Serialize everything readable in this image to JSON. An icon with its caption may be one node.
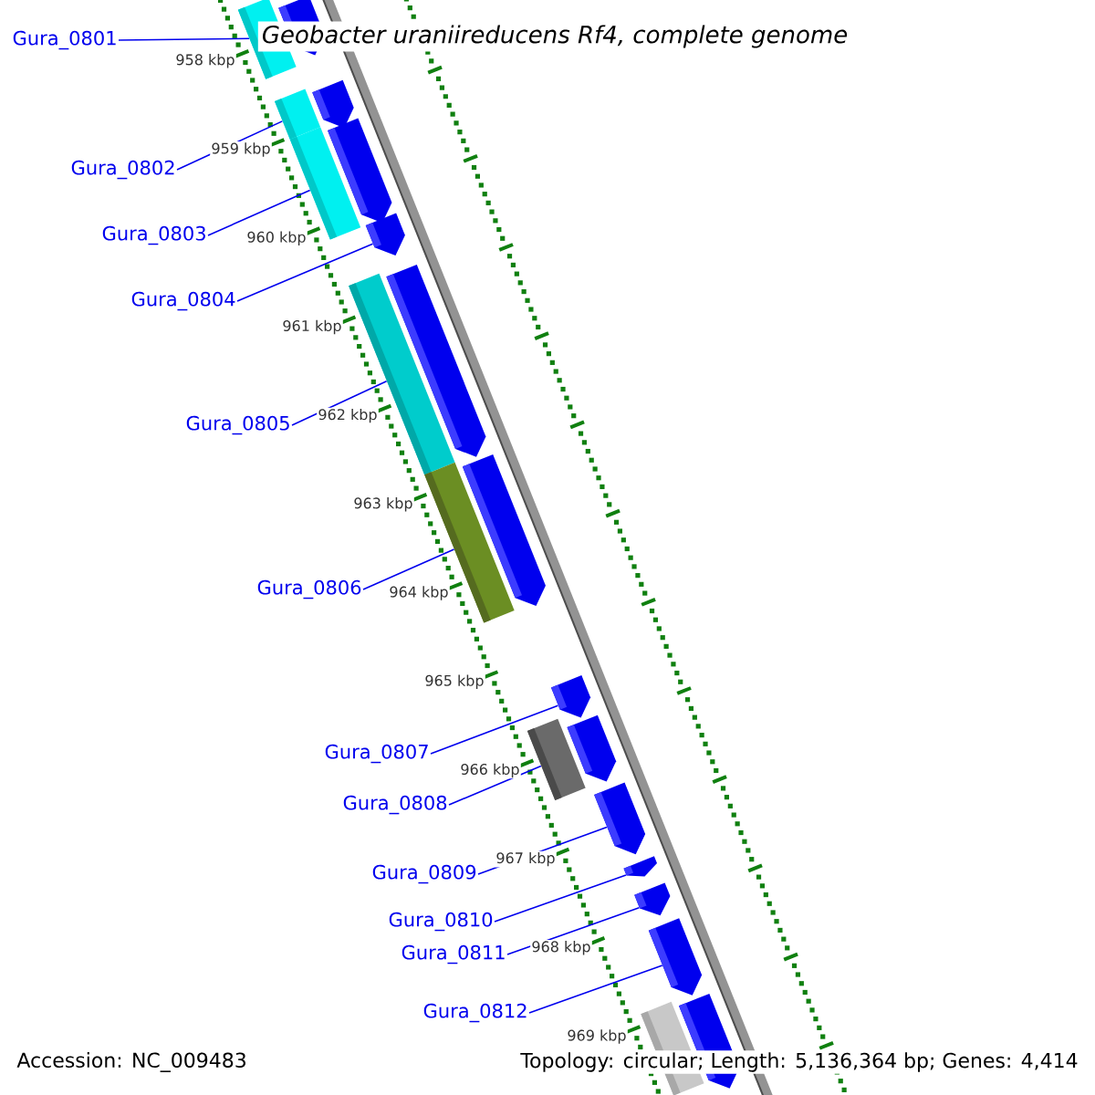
{
  "diagram": {
    "title": "Geobacter uraniireducens Rf4, complete genome",
    "nodes": [
      {
        "text": [
          "Gura_0801"
        ]
      },
      {
        "text": [
          "Gura_0802"
        ]
      },
      {
        "text": [
          "Gura_0803"
        ]
      },
      {
        "text": [
          "Gura_0804"
        ]
      },
      {
        "text": [
          "Gura_0805"
        ]
      },
      {
        "text": [
          "Gura_0806"
        ]
      },
      {
        "text": [
          "Gura_0807"
        ]
      },
      {
        "text": [
          "Gura_0808"
        ]
      },
      {
        "text": [
          "Gura_0809"
        ]
      },
      {
        "text": [
          "Gura_0810"
        ]
      },
      {
        "text": [
          "Gura_0811"
        ]
      },
      {
        "text": [
          "Gura_0812"
        ]
      },
      {
        "text": [],
        "shape": "bar"
      },
      {
        "text": [],
        "shape": "bar"
      },
      {
        "text": [],
        "shape": "bar"
      },
      {
        "text": [],
        "shape": "bar"
      },
      {
        "text": [],
        "shape": "bar"
      },
      {
        "text": [],
        "shape": "bar"
      },
      {
        "text": [],
        "shape": "bar"
      },
      {
        "text": [],
        "shape": "pentagon"
      },
      {
        "text": [],
        "shape": "pentagon"
      },
      {
        "text": [],
        "shape": "pentagon"
      },
      {
        "text": [],
        "shape": "pentagon"
      },
      {
        "text": [],
        "shape": "pentagon"
      },
      {
        "text": [],
        "shape": "pentagon"
      },
      {
        "text": [],
        "shape": "pentagon"
      },
      {
        "text": [],
        "shape": "pentagon"
      },
      {
        "text": [],
        "shape": "pentagon"
      },
      {
        "text": [],
        "shape": "pentagon"
      },
      {
        "text": [],
        "shape": "pentagon"
      },
      {
        "text": [],
        "shape": "pentagon"
      },
      {
        "text": [],
        "shape": "pentagon"
      }
    ],
    "edges": [
      {
        "from": 0,
        "to": 12,
        "arrow": "none"
      },
      {
        "from": 1,
        "to": 13,
        "arrow": "none"
      },
      {
        "from": 2,
        "to": 14,
        "arrow": "none"
      },
      {
        "from": 3,
        "to": 22,
        "arrow": "none"
      },
      {
        "from": 4,
        "to": 15,
        "arrow": "none"
      },
      {
        "from": 5,
        "to": 16,
        "arrow": "none"
      },
      {
        "from": 6,
        "to": 25,
        "arrow": "none"
      },
      {
        "from": 7,
        "to": 17,
        "arrow": "none"
      },
      {
        "from": 8,
        "to": 27,
        "arrow": "none"
      },
      {
        "from": 9,
        "to": 28,
        "arrow": "none"
      },
      {
        "from": 10,
        "to": 29,
        "arrow": "none"
      },
      {
        "from": 11,
        "to": 30,
        "arrow": "none"
      }
    ],
    "labels": [
      "958 kbp",
      "959 kbp",
      "960 kbp",
      "961 kbp",
      "962 kbp",
      "963 kbp",
      "964 kbp",
      "965 kbp",
      "966 kbp",
      "967 kbp",
      "968 kbp",
      "969 kbp",
      "Accession: NC_009483",
      "Topology: circular; Length: 5,136,364 bp; Genes: 4,414"
    ]
  }
}
